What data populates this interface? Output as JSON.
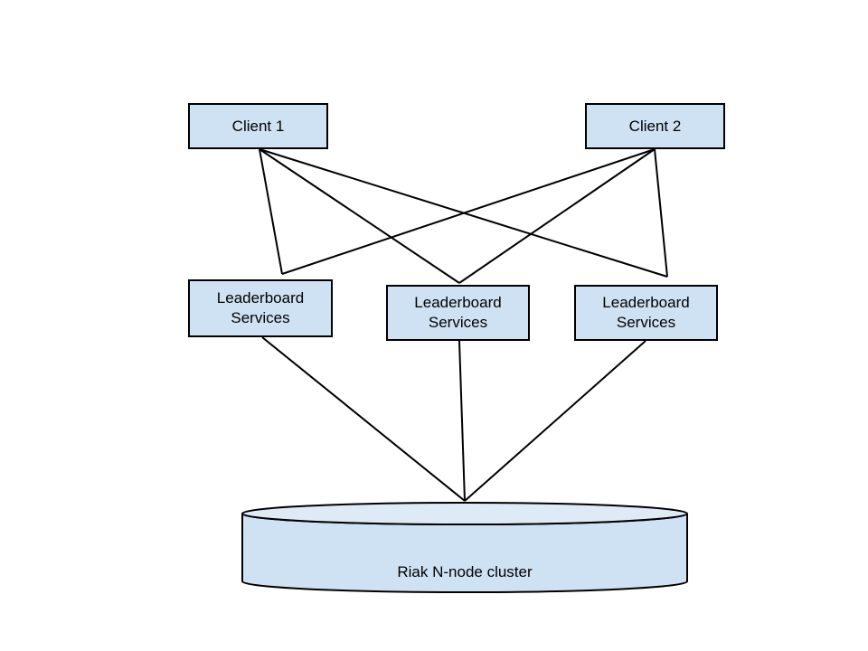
{
  "clients": [
    {
      "label": "Client 1"
    },
    {
      "label": "Client 2"
    }
  ],
  "services": [
    {
      "line1": "Leaderboard",
      "line2": "Services"
    },
    {
      "line1": "Leaderboard",
      "line2": "Services"
    },
    {
      "line1": "Leaderboard",
      "line2": "Services"
    }
  ],
  "database": {
    "label": "Riak N-node cluster"
  },
  "colors": {
    "box_fill": "#cfe2f3",
    "db_top_fill": "#deebf7",
    "stroke": "#000000"
  }
}
